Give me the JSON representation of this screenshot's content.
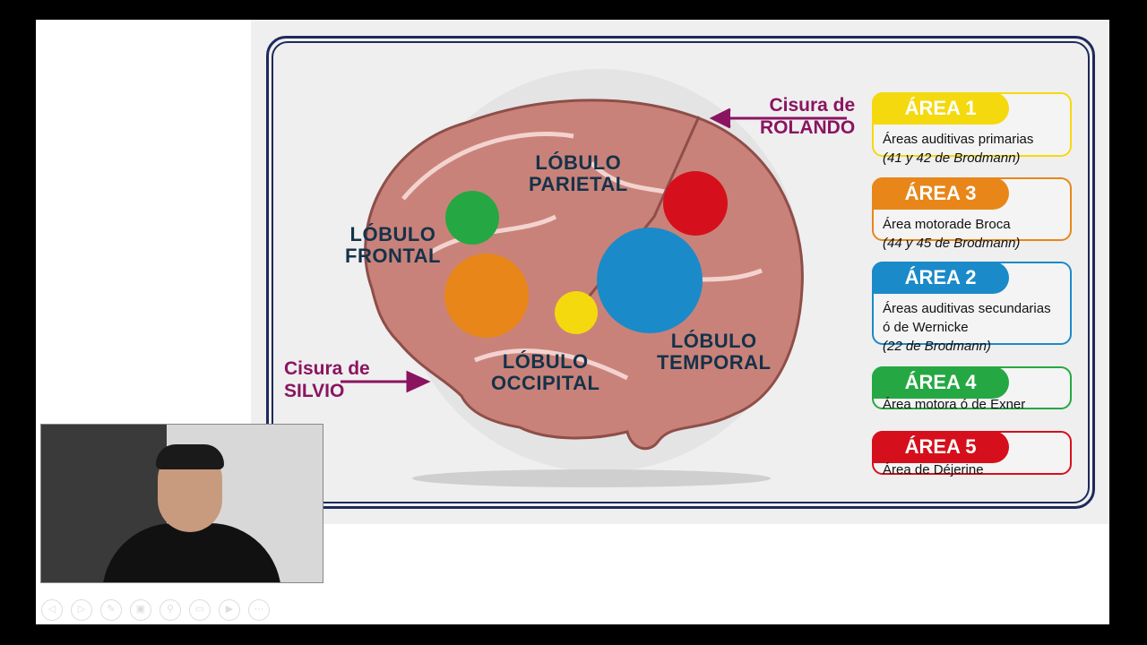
{
  "slide": {
    "lobes": {
      "frontal": [
        "LÓBULO",
        "FRONTAL"
      ],
      "parietal": [
        "LÓBULO",
        "PARIETAL"
      ],
      "occipital": [
        "LÓBULO",
        "OCCIPITAL"
      ],
      "temporal": [
        "LÓBULO",
        "TEMPORAL"
      ]
    },
    "cisura_rolando": [
      "Cisura de",
      "ROLANDO"
    ],
    "cisura_silvio": [
      "Cisura de",
      "SILVIO"
    ],
    "areas": [
      {
        "title": "ÁREA 1",
        "color": "#f5d90f",
        "lines": [
          "Áreas auditivas primarias"
        ],
        "italic": "(41 y 42 de Brodmann)"
      },
      {
        "title": "ÁREA 3",
        "color": "#e8861a",
        "lines": [
          "Área motorade Broca"
        ],
        "italic": "(44 y 45 de Brodmann)"
      },
      {
        "title": "ÁREA 2",
        "color": "#1b8ac9",
        "lines": [
          "Áreas auditivas secundarias",
          "ó de Wernicke"
        ],
        "italic": "(22 de Brodmann)"
      },
      {
        "title": "ÁREA 4",
        "color": "#25a843",
        "lines": [
          "Área motora ó de Exner"
        ],
        "italic": ""
      },
      {
        "title": "ÁREA 5",
        "color": "#d5101c",
        "lines": [
          "Área de Déjerine"
        ],
        "italic": ""
      }
    ],
    "colors": {
      "navy": "#1d2a5c",
      "arrow": "#8a1460",
      "brain": "#c98279"
    }
  },
  "controls": [
    "previous-icon",
    "next-icon",
    "pen-icon",
    "slides-icon",
    "zoom-icon",
    "screen-icon",
    "video-icon",
    "more-icon"
  ]
}
